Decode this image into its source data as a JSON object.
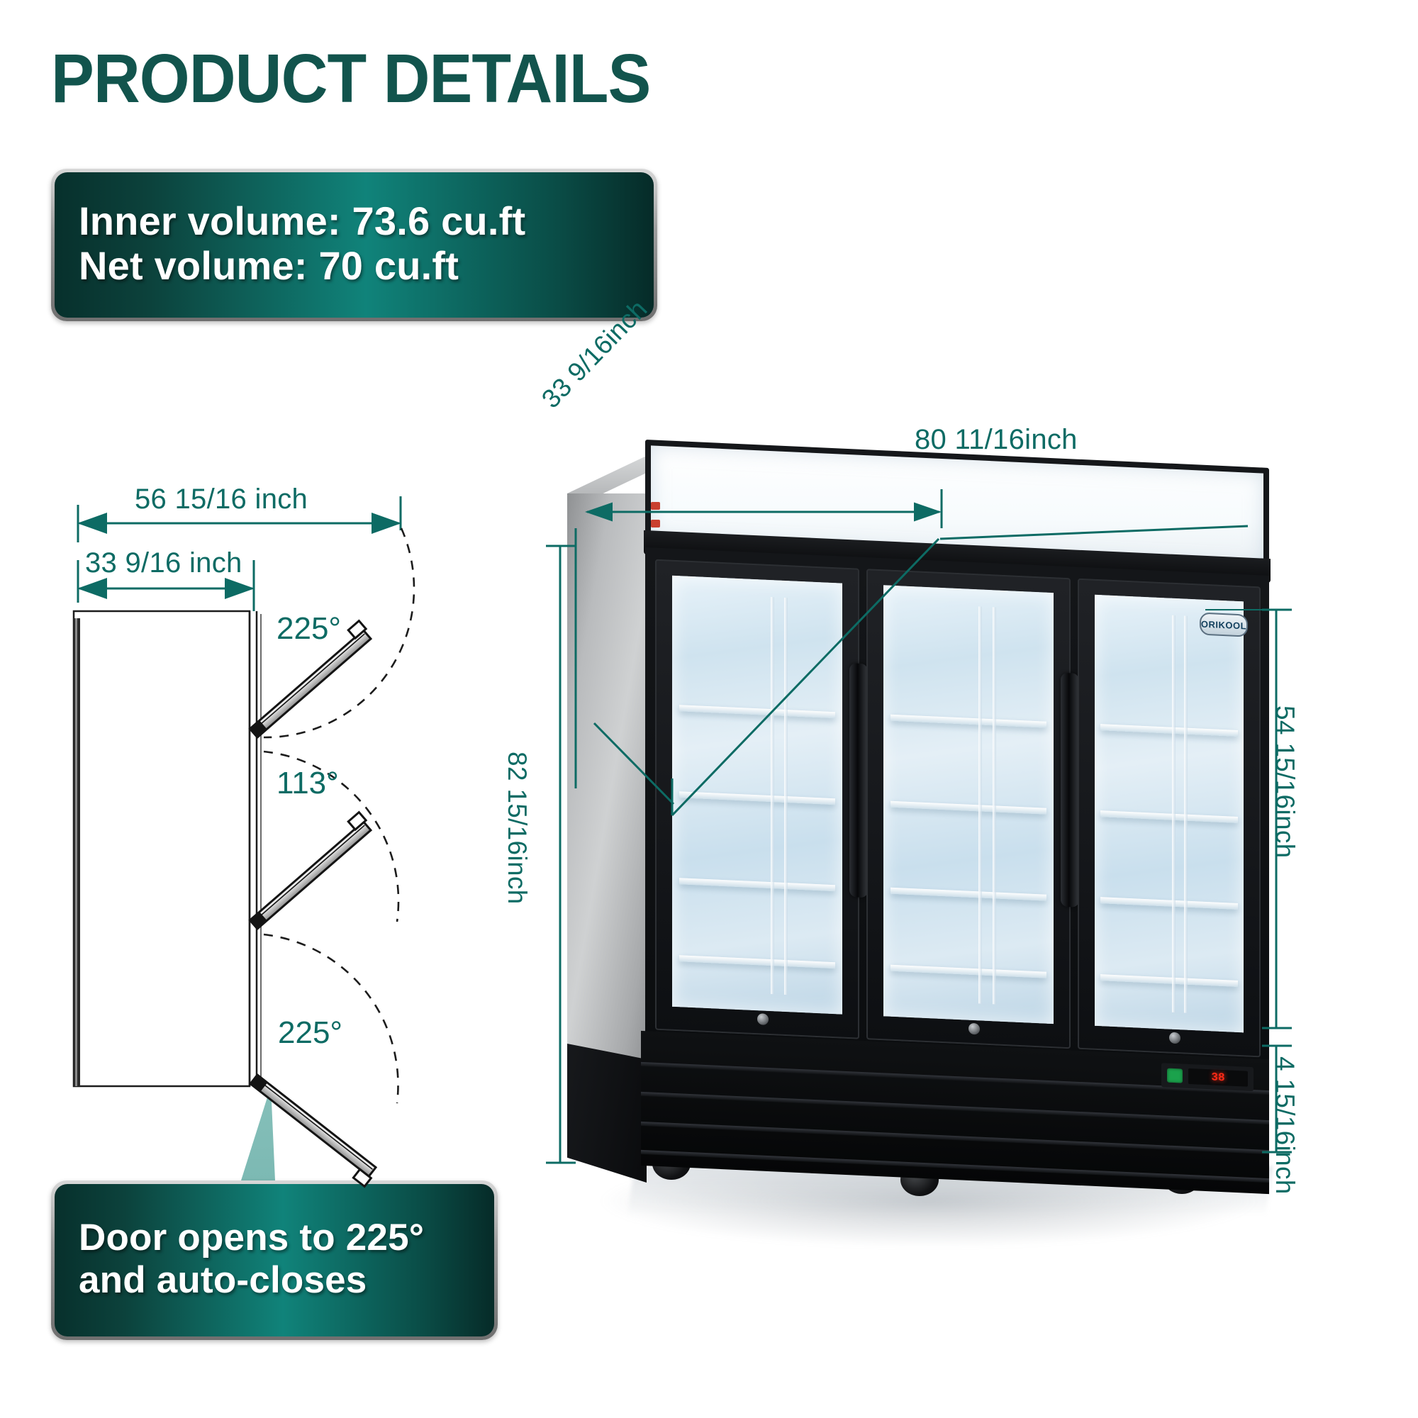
{
  "header": {
    "title": "PRODUCT DETAILS"
  },
  "volume_plaque": {
    "line1": "Inner volume: 73.6 cu.ft",
    "line2": "Net volume: 70 cu.ft"
  },
  "door_note_plaque": {
    "line1": "Door opens to 225°",
    "line2": "and auto-closes"
  },
  "door_diagram": {
    "width_overall": "56 15/16 inch",
    "depth": "33 9/16 inch",
    "angles": {
      "top": "225°",
      "middle": "113°",
      "bottom": "225°"
    }
  },
  "product_dimensions": {
    "depth": "33 9/16inch",
    "width": "80 11/16inch",
    "height": "82 15/16inch",
    "interior_height": "54 15/16inch",
    "base_height": "4 15/16inch"
  },
  "product": {
    "brand_badge": "ORIKOOL",
    "control_display": "38"
  },
  "colors": {
    "accent_teal": "#0d6b64",
    "title_teal": "#12544d",
    "plaque_green": "#10837a",
    "plaque_dark": "#07302c"
  }
}
